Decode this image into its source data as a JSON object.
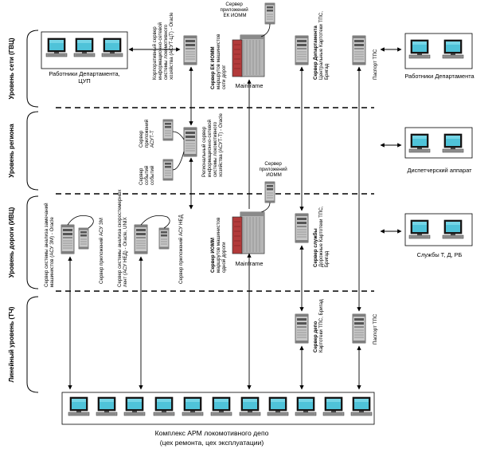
{
  "levels": {
    "gvc": "Уровень сети (ГВЦ)",
    "region": "Уровень региона",
    "ivc": "Уровень дороги (ИВЦ)",
    "tch": "Линейный уровень (ТЧ)"
  },
  "labels": {
    "dept_workers_cup": "Работники Департамента,",
    "cup": "ЦУП",
    "dept_workers": "Работники Департамента",
    "dispatcher": "Диспетчерский аппарат",
    "services": "Службы Т, Д, РБ",
    "corp_server_1": "Корпоративный сервер",
    "corp_server_2": "информационно-сетевой",
    "corp_server_3": "системы локомотивного",
    "corp_server_4": "хозяйства (АСУТ-ЦТ) - Oracle",
    "ek_iomm_server_1": "Сервер ЕК ИОММ",
    "ek_iomm_server_2": "маршрутов машинистов",
    "ek_iomm_server_3": "сети дорог",
    "ek_iomm_app_1": "Сервер",
    "ek_iomm_app_2": "приложений",
    "ek_iomm_app_3": "ЕК ИОММ",
    "mainframe": "Mainframe",
    "mainframe_lower": "Mainframe",
    "dept_server_1": "Сервер Департамента",
    "dept_server_2": "Центральные Картотеки ТПС,",
    "dept_server_3": "Бригад",
    "passport_top": "Паспорт ТПС",
    "app_server_asut_1": "Сервер",
    "app_server_asut_2": "приложений",
    "app_server_asut_3": "АСУТ-Т",
    "events_server_1": "Сервер",
    "events_server_2": "событий",
    "events_server_3": "событий",
    "regional_server_1": "Региональный сервер",
    "regional_server_2": "информационно-сетевой",
    "regional_server_3": "системы локомотивного",
    "regional_server_4": "хозяйства (АСУТ-Т) - Oracle",
    "iomm_app_1": "Сервер",
    "iomm_app_2": "приложений",
    "iomm_app_3": "ИОММ",
    "asu_zm_server_1": "Сервер системы анализа замечаний",
    "asu_zm_server_2": "машинистов (АСУ ЗМ) - Oracle",
    "asu_zm_app": "Сервер приложений АСУ ЗМ",
    "asu_ned_server_1": "Сервер системы анализа скоростемерных",
    "asu_ned_server_2": "лент (АСУ НЕД) - Oracle, UNIX",
    "asu_ned_app": "Сервер приложений АСУ НЕД",
    "iomm_server_1": "Сервер ИОММ",
    "iomm_server_2": "маршрутов машинистов",
    "iomm_server_3": "одной дороги",
    "road_service_1": "Сервер службы",
    "road_service_2": "Дорожные Картотеки ТПС,",
    "road_service_3": "Бригад",
    "depot_server_1": "Сервер депо",
    "depot_server_2": "Картотеки ТПС, Бригад",
    "passport_bottom": "Паспорт ТПС",
    "depot_complex_1": "Комплекс АРМ локомотивного депо",
    "depot_complex_2": "(цех ремонта, цех эксплуатации)"
  },
  "colors": {
    "screen": "#4fc3d9",
    "screen_dark": "#1a7f94",
    "server_gray": "#c8c8c8",
    "mainframe_red": "#b23a3a"
  }
}
